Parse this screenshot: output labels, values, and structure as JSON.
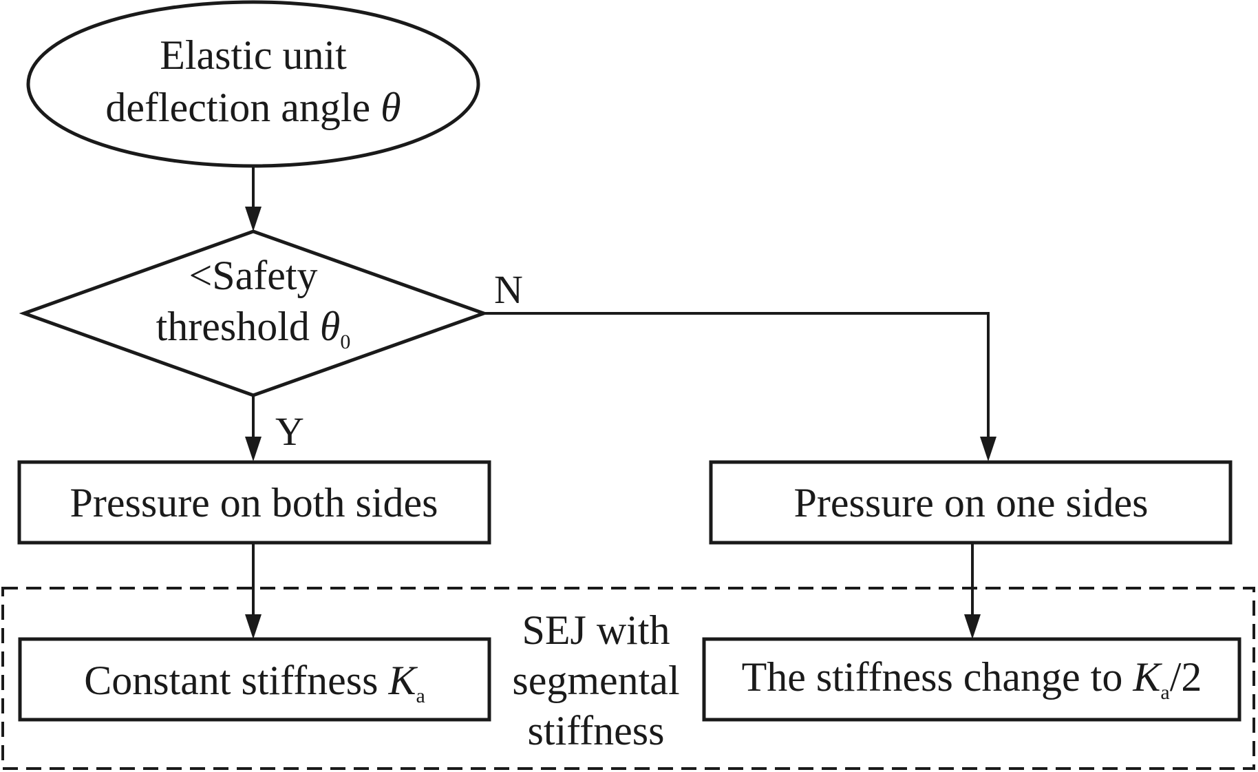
{
  "diagram": {
    "type": "flowchart",
    "nodes": {
      "start": {
        "shape": "ellipse",
        "line1": "Elastic unit",
        "line2_text": "deflection angle ",
        "line2_symbol": "θ"
      },
      "decision": {
        "shape": "diamond",
        "line1": "<Safety",
        "line2_text": "threshold ",
        "line2_symbol": "θ",
        "line2_subscript": "0"
      },
      "both_sides": {
        "shape": "rectangle",
        "label": "Pressure on both sides"
      },
      "one_side": {
        "shape": "rectangle",
        "label": "Pressure on one sides"
      },
      "constant_stiffness": {
        "shape": "rectangle",
        "label_text": "Constant stiffness ",
        "label_symbol": "K",
        "label_subscript": "a"
      },
      "stiffness_change": {
        "shape": "rectangle",
        "label_text": "The stiffness change to ",
        "label_symbol": "K",
        "label_subscript": "a",
        "label_suffix": "/2"
      }
    },
    "edges": [
      {
        "from": "start",
        "to": "decision",
        "label": ""
      },
      {
        "from": "decision",
        "to": "both_sides",
        "label": "Y"
      },
      {
        "from": "decision",
        "to": "one_side",
        "label": "N"
      },
      {
        "from": "both_sides",
        "to": "constant_stiffness",
        "label": ""
      },
      {
        "from": "one_side",
        "to": "stiffness_change",
        "label": ""
      }
    ],
    "edge_labels": {
      "yes": "Y",
      "no": "N"
    },
    "group": {
      "style": "dashed",
      "line1": "SEJ with",
      "line2": "segmental",
      "line3": "stiffness"
    }
  }
}
